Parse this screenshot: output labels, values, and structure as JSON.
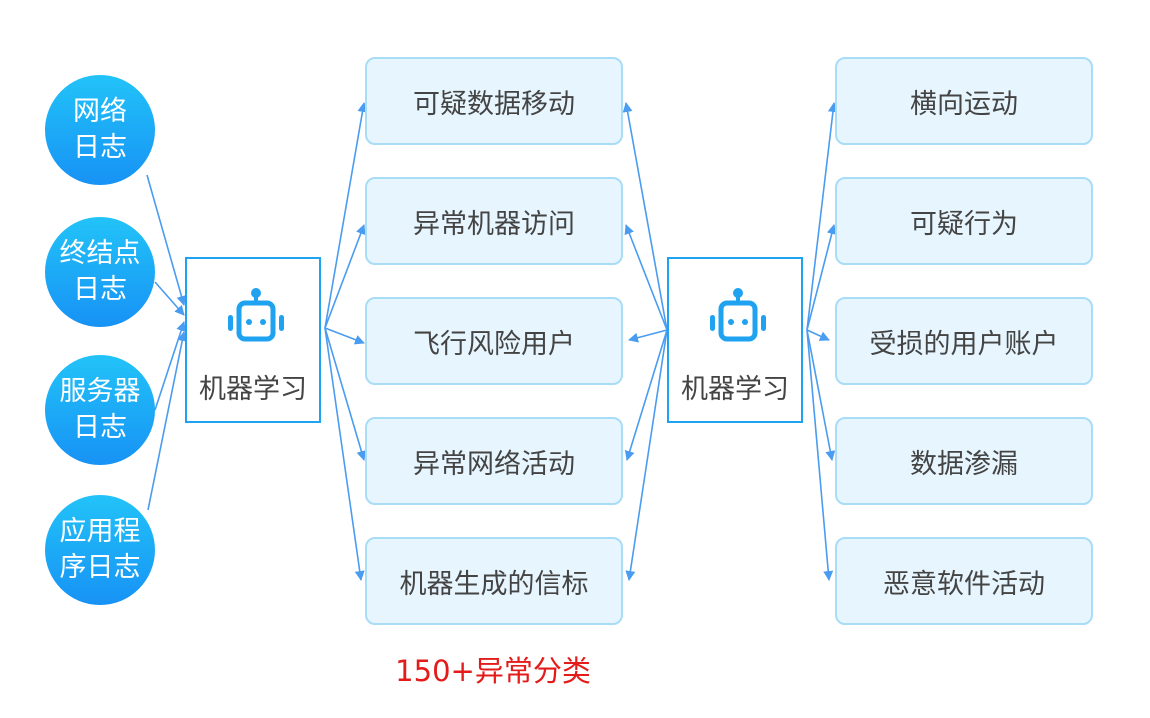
{
  "sources": [
    "网络\n日志",
    "终结点\n日志",
    "服务器\n日志",
    "应用程\n序日志"
  ],
  "ml_left": {
    "label": "机器学习",
    "icon": "robot-icon"
  },
  "ml_right": {
    "label": "机器学习",
    "icon": "robot-icon"
  },
  "middle": [
    "可疑数据移动",
    "异常机器访问",
    "飞行风险用户",
    "异常网络活动",
    "机器生成的信标"
  ],
  "right": [
    "横向运动",
    "可疑行为",
    "受损的用户账户",
    "数据渗漏",
    "恶意软件活动"
  ],
  "footer": "150+异常分类",
  "colors": {
    "arrow": "#4a9cf0",
    "accent": "#1fa2f0",
    "footer": "#e31b1b"
  }
}
